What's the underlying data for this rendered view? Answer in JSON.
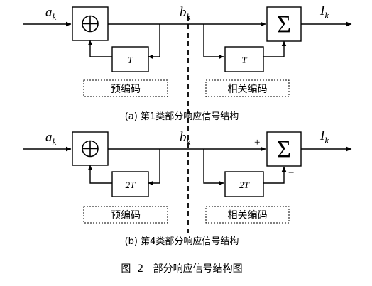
{
  "panel_a": {
    "input_label": "a",
    "input_sub": "k",
    "mid_label": "b",
    "mid_sub": "k",
    "output_label": "I",
    "output_sub": "k",
    "adder_symbol": "⊕",
    "delay_left": "T",
    "delay_right": "T",
    "sum_symbol": "Σ",
    "precoding_label": "预编码",
    "correlative_label": "相关编码",
    "caption": "(a) 第1类部分响应信号结构"
  },
  "panel_b": {
    "input_label": "a",
    "input_sub": "k",
    "mid_label": "b",
    "mid_sub": "k",
    "output_label": "I",
    "output_sub": "k",
    "adder_symbol": "⊕",
    "delay_left": "2T",
    "delay_right": "2T",
    "sum_symbol": "Σ",
    "plus_sign": "+",
    "minus_sign": "−",
    "precoding_label": "预编码",
    "correlative_label": "相关编码",
    "caption": "(b) 第4类部分响应信号结构"
  },
  "figure_caption": "图  2   部分响应信号结构图"
}
